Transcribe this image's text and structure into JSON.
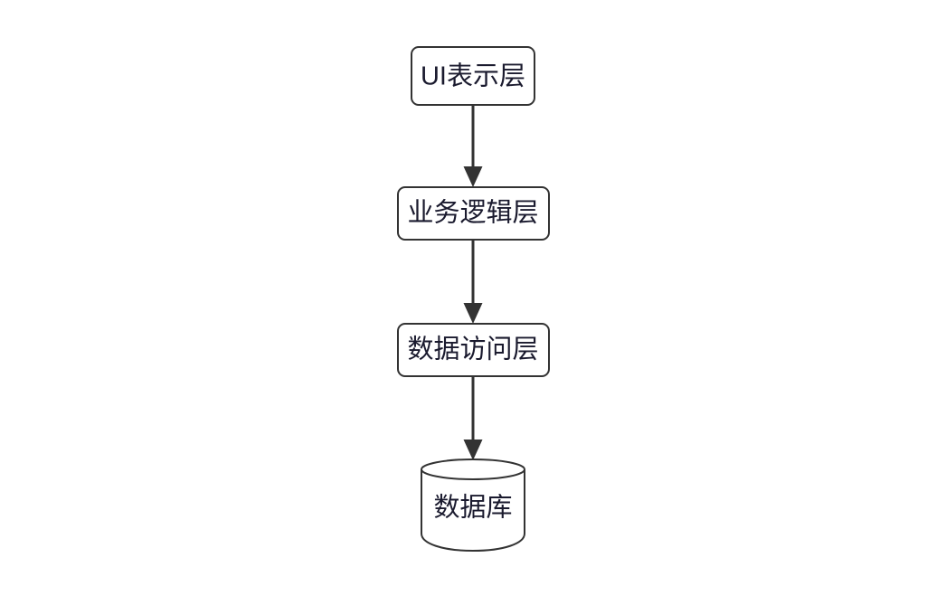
{
  "diagram": {
    "type": "flowchart",
    "direction": "top-to-bottom",
    "background_color": "#ffffff",
    "stroke_color": "#333333",
    "text_color": "#1a1a2e",
    "fill_color": "#ffffff",
    "nodes": [
      {
        "id": "ui-layer",
        "label": "UI表示层",
        "shape": "rounded-rectangle"
      },
      {
        "id": "business-logic-layer",
        "label": "业务逻辑层",
        "shape": "rounded-rectangle"
      },
      {
        "id": "data-access-layer",
        "label": "数据访问层",
        "shape": "rounded-rectangle"
      },
      {
        "id": "database",
        "label": "数据库",
        "shape": "cylinder"
      }
    ],
    "edges": [
      {
        "id": "edge-1",
        "from": "ui-layer",
        "to": "business-logic-layer",
        "arrow": "filled-triangle"
      },
      {
        "id": "edge-2",
        "from": "business-logic-layer",
        "to": "data-access-layer",
        "arrow": "filled-triangle"
      },
      {
        "id": "edge-3",
        "from": "data-access-layer",
        "to": "database",
        "arrow": "filled-triangle"
      }
    ]
  }
}
